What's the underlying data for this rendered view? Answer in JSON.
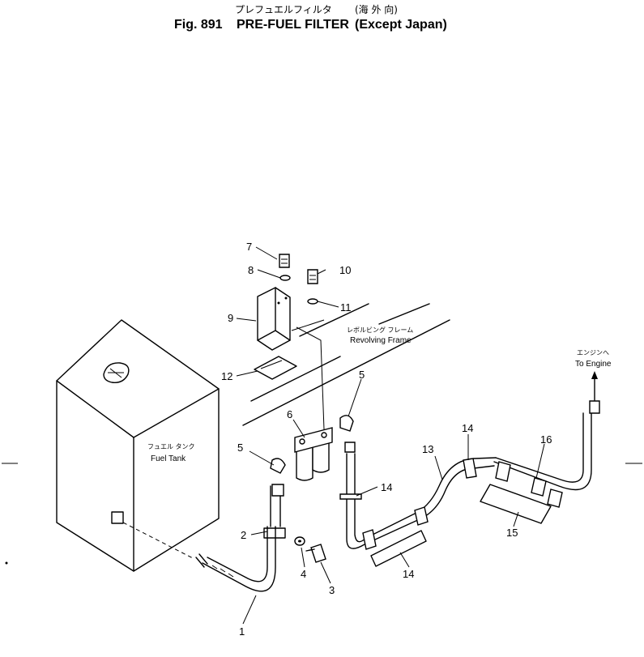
{
  "title": {
    "jp": "プレフュエルフィルタ",
    "fig": "Fig. 891",
    "name": "PRE-FUEL FILTER",
    "region_jp": "(海 外 向)",
    "region_en": "(Except Japan)"
  },
  "labels": {
    "fuel_tank_jp": "フュエル タンク",
    "fuel_tank_en": "Fuel Tank",
    "frame_jp": "レボルビング フレーム",
    "frame_en": "Revolving Frame",
    "engine_jp": "エンジンへ",
    "engine_en": "To Engine"
  },
  "callouts": {
    "c1": "1",
    "c2": "2",
    "c3": "3",
    "c4": "4",
    "c5a": "5",
    "c5b": "5",
    "c6": "6",
    "c7": "7",
    "c8": "8",
    "c9": "9",
    "c10": "10",
    "c11": "11",
    "c12": "12",
    "c13": "13",
    "c14a": "14",
    "c14b": "14",
    "c14c": "14",
    "c15": "15",
    "c16": "16"
  }
}
